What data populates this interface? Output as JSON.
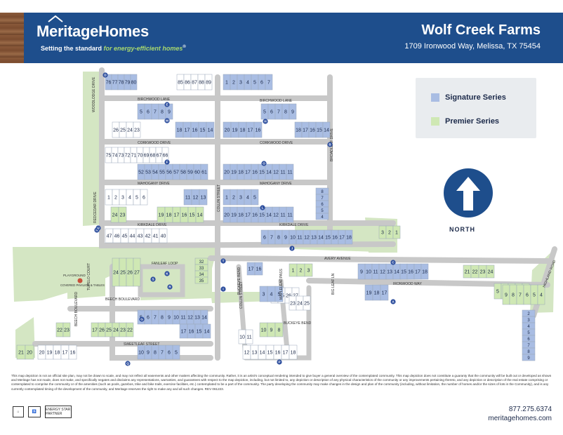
{
  "header": {
    "brand": "MeritageHomes",
    "tagline_start": "Setting the standard",
    "tagline_accent": "for energy-efficient homes",
    "tagline_mark": "®",
    "community_name": "Wolf Creek Farms",
    "community_address": "1709 Ironwood Way, Melissa, TX 75454"
  },
  "legend": {
    "items": [
      {
        "label": "Signature Series",
        "color": "#a9bde3"
      },
      {
        "label": "Premier Series",
        "color": "#cfe8b4"
      }
    ]
  },
  "north_label": "NORTH",
  "colors": {
    "header": "#1e4e8c",
    "signature": "#a9bde3",
    "premier": "#cfe8b4",
    "open_space": "#d4e6c3",
    "road": "#c8c8c8",
    "lot_white": "#ffffff",
    "sold": "#f3e4a0",
    "marker": "#2e4f9e"
  },
  "streets": [
    {
      "name": "BIRCHWOOD LANE"
    },
    {
      "name": "BIRCHWOOD LANE"
    },
    {
      "name": "CORKWOOD DRIVE"
    },
    {
      "name": "CORKWOOD DRIVE"
    },
    {
      "name": "MAHOGANY DRIVE"
    },
    {
      "name": "MAHOGANY DRIVE"
    },
    {
      "name": "KIRKDALE DRIVE"
    },
    {
      "name": "KIRKDALE DRIVE"
    },
    {
      "name": "AVERY AVENUE"
    },
    {
      "name": "IRONWOOD WAY"
    },
    {
      "name": "FANLEAF LOOP"
    },
    {
      "name": "BEECH BOULEVARD"
    },
    {
      "name": "SWEETLEAF STREET"
    },
    {
      "name": "BUCKEYE BEND"
    },
    {
      "name": "WOODLODGE DRIVE"
    },
    {
      "name": "REDCEDAR DRIVE"
    },
    {
      "name": "COLLIN STREET"
    },
    {
      "name": "BROADLEAF DRIVE"
    },
    {
      "name": "TUPELO COURT"
    },
    {
      "name": "BEECH BOULEVARD"
    },
    {
      "name": "BUCKEYE BEND"
    },
    {
      "name": "MAPLELEAF PASS"
    },
    {
      "name": "HIGHLAND ROAD"
    },
    {
      "name": "BIG LEAF LN"
    },
    {
      "name": "COLLIN STREET"
    }
  ],
  "amenities": [
    {
      "label": "PLAYGROUND"
    },
    {
      "label": "COVERED PAVILION & TABLES"
    }
  ],
  "markers": [
    "A",
    "B",
    "C",
    "D",
    "E",
    "F",
    "G",
    "H",
    "I",
    "J",
    "K",
    "L",
    "M",
    "N",
    "O",
    "P",
    "Q",
    "R",
    "S",
    "T",
    "U"
  ],
  "lot_rows": [
    {
      "id": "r1",
      "lots": [
        "76",
        "77",
        "78",
        "79",
        "80"
      ],
      "series": "signature"
    },
    {
      "id": "r2",
      "lots": [
        "85",
        "86",
        "87",
        "88",
        "89"
      ],
      "series": "white"
    },
    {
      "id": "r3",
      "lots": [
        "1",
        "2",
        "3",
        "4",
        "5",
        "6",
        "7"
      ],
      "series": "signature"
    },
    {
      "id": "r4",
      "lots": [
        "5",
        "6",
        "7",
        "8",
        "9"
      ],
      "series": "signature"
    },
    {
      "id": "r5",
      "lots": [
        "26",
        "25",
        "24",
        "23"
      ],
      "series": "white"
    },
    {
      "id": "r6",
      "lots": [
        "18",
        "17",
        "16",
        "15",
        "14"
      ],
      "series": "signature"
    },
    {
      "id": "r7",
      "lots": [
        "20",
        "19",
        "18",
        "17",
        "16"
      ],
      "series": "signature"
    },
    {
      "id": "r8",
      "lots": [
        "5",
        "6",
        "7",
        "8",
        "9"
      ],
      "series": "signature"
    },
    {
      "id": "r9",
      "lots": [
        "18",
        "17",
        "16",
        "15",
        "14"
      ],
      "series": "signature"
    },
    {
      "id": "r10",
      "lots": [
        "75",
        "74",
        "73",
        "72",
        "71",
        "70",
        "69",
        "68",
        "67",
        "66"
      ],
      "series": "white"
    },
    {
      "id": "r11",
      "lots": [
        "52",
        "53",
        "54",
        "55",
        "56",
        "57",
        "58",
        "59",
        "60",
        "61"
      ],
      "series": "signature"
    },
    {
      "id": "r12",
      "lots": [
        "20",
        "19",
        "18",
        "17",
        "16",
        "15",
        "14",
        "12",
        "11",
        "11"
      ],
      "series": "signature"
    },
    {
      "id": "r13",
      "lots": [
        "1",
        "2",
        "3",
        "4",
        "5",
        "6"
      ],
      "series": "white"
    },
    {
      "id": "r14",
      "lots": [
        "11",
        "12",
        "13"
      ],
      "series": "signature"
    },
    {
      "id": "r15",
      "lots": [
        "1",
        "2",
        "3",
        "4",
        "5"
      ],
      "series": "signature"
    },
    {
      "id": "r16",
      "lots": [
        "8",
        "7",
        "6",
        "5",
        "4"
      ],
      "series": "signature"
    },
    {
      "id": "r17",
      "lots": [
        "24",
        "23"
      ],
      "series": "premier"
    },
    {
      "id": "r18",
      "lots": [
        "19",
        "18",
        "17",
        "16",
        "15",
        "14"
      ],
      "series": "premier"
    },
    {
      "id": "r19",
      "lots": [
        "20",
        "19",
        "18",
        "17",
        "16",
        "15",
        "14",
        "12",
        "11",
        "11"
      ],
      "series": "signature"
    },
    {
      "id": "r20",
      "lots": [
        "47",
        "46",
        "45",
        "44",
        "43",
        "42",
        "41",
        "40"
      ],
      "series": "white"
    },
    {
      "id": "r21",
      "lots": [
        "6",
        "7",
        "8",
        "9",
        "10",
        "11",
        "12",
        "13",
        "14",
        "15",
        "16",
        "17",
        "18"
      ],
      "series": "signature"
    },
    {
      "id": "r22",
      "lots": [
        "3",
        "2",
        "1"
      ],
      "series": "premier"
    },
    {
      "id": "r23",
      "lots": [
        "24",
        "25",
        "26",
        "27"
      ],
      "series": "white"
    },
    {
      "id": "r24",
      "lots": [
        "17",
        "16"
      ],
      "series": "signature"
    },
    {
      "id": "r25",
      "lots": [
        "1",
        "2",
        "3"
      ],
      "series": "premier"
    },
    {
      "id": "r26",
      "lots": [
        "9",
        "10",
        "11",
        "12",
        "13",
        "14",
        "15",
        "16",
        "17",
        "18"
      ],
      "series": "signature"
    },
    {
      "id": "r27",
      "lots": [
        "21",
        "22",
        "23",
        "24"
      ],
      "series": "premier"
    },
    {
      "id": "r28",
      "lots": [
        "5",
        "6",
        "7",
        "8",
        "9"
      ],
      "series": "premier"
    },
    {
      "id": "r29",
      "lots": [
        "19",
        "18",
        "17"
      ],
      "series": "signature"
    },
    {
      "id": "r30",
      "lots": [
        "3",
        "4",
        "5"
      ],
      "series": "signature"
    },
    {
      "id": "r31",
      "lots": [
        "32",
        "33",
        "34",
        "35"
      ],
      "series": "premier"
    },
    {
      "id": "r32",
      "lots": [
        "24",
        "25",
        "26",
        "27"
      ],
      "series": "premier"
    },
    {
      "id": "r33",
      "lots": [
        "5",
        "6",
        "7",
        "8",
        "9",
        "10",
        "11",
        "12",
        "13",
        "14"
      ],
      "series": "signature"
    },
    {
      "id": "r34",
      "lots": [
        "22",
        "23"
      ],
      "series": "premier"
    },
    {
      "id": "r35",
      "lots": [
        "17",
        "26",
        "25",
        "24",
        "23",
        "22"
      ],
      "series": "premier"
    },
    {
      "id": "r36",
      "lots": [
        "17",
        "16",
        "15",
        "14"
      ],
      "series": "signature"
    },
    {
      "id": "r37",
      "lots": [
        "20",
        "19",
        "18",
        "17",
        "16"
      ],
      "series": "white"
    },
    {
      "id": "r38",
      "lots": [
        "10",
        "9",
        "8",
        "7",
        "6",
        "5"
      ],
      "series": "signature"
    },
    {
      "id": "r39",
      "lots": [
        "12",
        "13",
        "14",
        "15",
        "16",
        "17",
        "18"
      ],
      "series": "white"
    },
    {
      "id": "r40",
      "lots": [
        "23",
        "24",
        "25"
      ],
      "series": "white"
    },
    {
      "id": "r41",
      "lots": [
        "9",
        "8",
        "7",
        "6",
        "5",
        "4"
      ],
      "series": "premier"
    },
    {
      "id": "r42",
      "lots": [
        "2",
        "3",
        "4",
        "5",
        "6",
        "7",
        "8",
        "9"
      ],
      "series": "signature"
    },
    {
      "id": "r43",
      "lots": [
        "10",
        "9",
        "8"
      ],
      "series": "premier"
    },
    {
      "id": "r44",
      "lots": [
        "10",
        "11"
      ],
      "series": "white"
    },
    {
      "id": "r45",
      "lots": [
        "21",
        "20"
      ],
      "series": "premier"
    }
  ],
  "disclaimer": "This map depiction is not an official site plan, may not be drawn to scale, and may not reflect all easements and other matters affecting the community. Rather, it is an artist's conceptual rendering intended to give buyer a general overview of the contemplated community. This map depiction does not constitute a guaranty that the community will be built out or developed as shown and Meritage has not made, does not make, and specifically negates and disclaims any representations, warranties, and guarantees with respect to the map depiction, including, but not limited to, any depiction or description of any physical characteristics of the community or any improvements pertaining thereto, and any depiction or description of the real estate comprising or contemplated to comprise the community or of the amenities (such as pools, gazebos, trike and bike trails, exercise facilities, etc.) contemplated to be a part of the community. The party developing the community may make changes in the design and plan of the community (including, without limitation, the number of homes and/or the sizes of lots in the Community), and is any currently contemplated timing of the development of the community, and Meritage reserves the right to make any and all such changes. REV 061223.",
  "footer": {
    "phone": "877.275.6374",
    "website": "meritagehomes.com",
    "logo_energy_star": "ENERGY STAR PARTNER"
  }
}
